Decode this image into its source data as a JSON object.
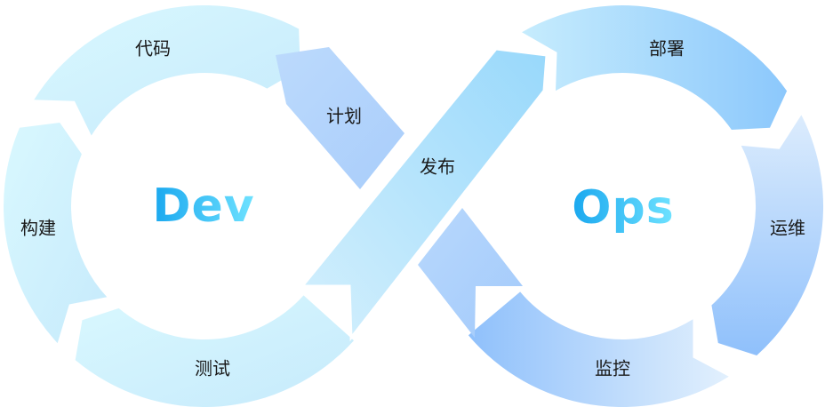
{
  "dev": {
    "title": "Dev",
    "steps": {
      "plan": "计划",
      "code": "代码",
      "build": "构建",
      "test": "测试"
    }
  },
  "release": "发布",
  "ops": {
    "title": "Ops",
    "steps": {
      "deploy": "部署",
      "operate": "运维",
      "monitor": "监控"
    }
  },
  "colors": {
    "title_start": "#1aa8ef",
    "title_end": "#6fe2ff",
    "dev_ring": "#d6f5fd",
    "plan": "#b6d6fb",
    "release": "#a3dcfb",
    "deploy": "#93ccfc",
    "operate": "#9fcafb",
    "monitor": "#93c3fb"
  }
}
